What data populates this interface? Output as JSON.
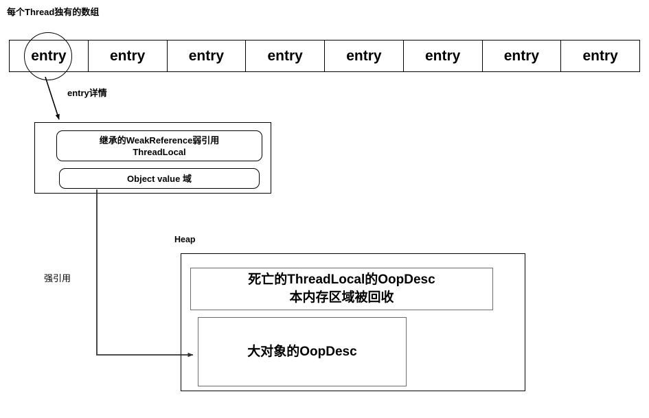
{
  "diagram": {
    "title": "每个Thread独有的数组",
    "array": {
      "label": "每个Thread独有的数组",
      "cells": [
        {
          "text": "entry"
        },
        {
          "text": "entry"
        },
        {
          "text": "entry"
        },
        {
          "text": "entry"
        },
        {
          "text": "entry"
        },
        {
          "text": "entry"
        },
        {
          "text": "entry"
        },
        {
          "text": "entry"
        }
      ],
      "highlighted_index": 0
    },
    "entry_detail": {
      "caption": "entry详情",
      "fields": [
        {
          "text": "继承的WeakReference弱引用",
          "text2": "ThreadLocal"
        },
        {
          "text": "Object value 域"
        }
      ]
    },
    "heap": {
      "label": "Heap",
      "objects": [
        {
          "line1": "死亡的ThreadLocal的OopDesc",
          "line2": "本内存区域被回收"
        },
        {
          "line1": "大对象的OopDesc",
          "line2": ""
        }
      ]
    },
    "edges": {
      "strong_reference_label": "强引用"
    },
    "colors": {
      "stroke": "#000000",
      "inner_stroke": "#6b6b6b",
      "background": "#ffffff"
    }
  }
}
